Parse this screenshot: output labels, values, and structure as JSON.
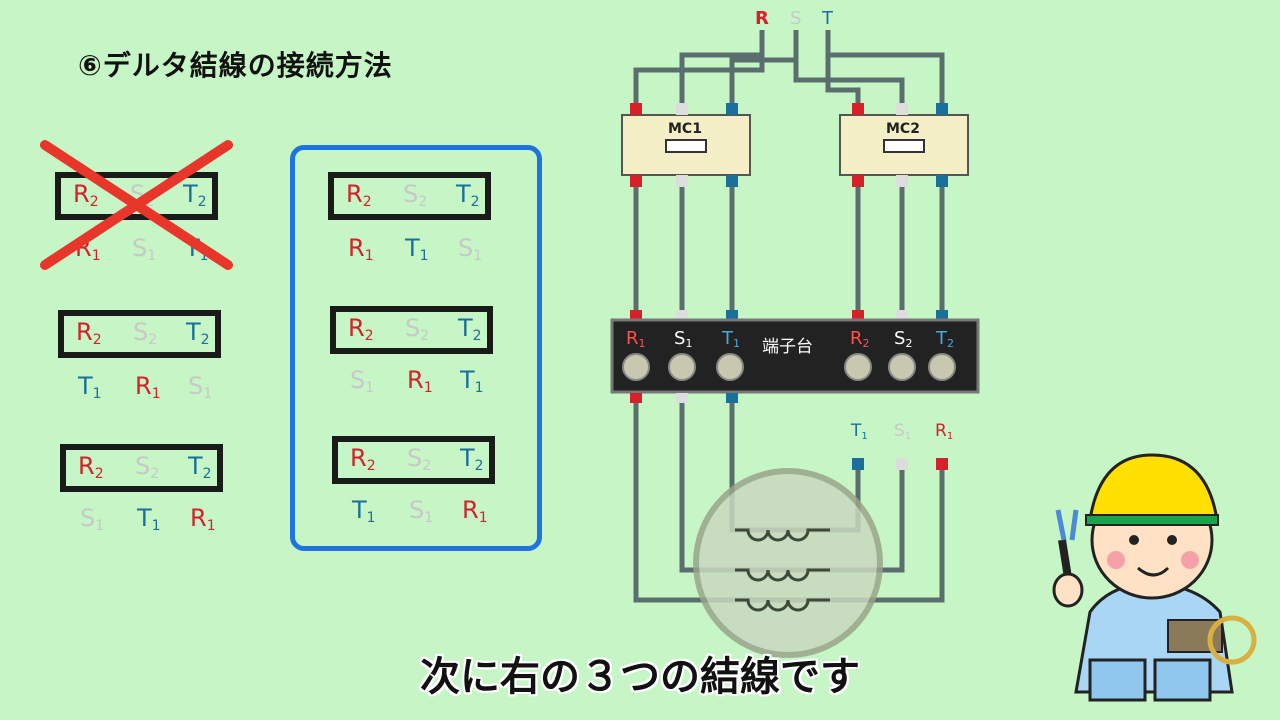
{
  "title": "⑥デルタ結線の接続方法",
  "subtitle": "次に右の３つの結線です",
  "supply": [
    "R",
    "S",
    "T"
  ],
  "contactors": [
    "MC1",
    "MC2"
  ],
  "terminal_block": {
    "label": "端子台",
    "terminals": [
      {
        "l": "R",
        "n": "1"
      },
      {
        "l": "S",
        "n": "1"
      },
      {
        "l": "T",
        "n": "1"
      },
      {
        "l": "R",
        "n": "2"
      },
      {
        "l": "S",
        "n": "2"
      },
      {
        "l": "T",
        "n": "2"
      }
    ]
  },
  "motor_leads": [
    {
      "l": "T",
      "n": "1"
    },
    {
      "l": "S",
      "n": "1"
    },
    {
      "l": "R",
      "n": "1"
    }
  ],
  "patterns": [
    {
      "top": [
        [
          "R",
          "2"
        ],
        [
          "S",
          "2"
        ],
        [
          "T",
          "2"
        ]
      ],
      "bottom": [
        [
          "R",
          "1"
        ],
        [
          "S",
          "1"
        ],
        [
          "T",
          "1"
        ]
      ],
      "crossed": true
    },
    {
      "top": [
        [
          "R",
          "2"
        ],
        [
          "S",
          "2"
        ],
        [
          "T",
          "2"
        ]
      ],
      "bottom": [
        [
          "T",
          "1"
        ],
        [
          "R",
          "1"
        ],
        [
          "S",
          "1"
        ]
      ],
      "crossed": false
    },
    {
      "top": [
        [
          "R",
          "2"
        ],
        [
          "S",
          "2"
        ],
        [
          "T",
          "2"
        ]
      ],
      "bottom": [
        [
          "S",
          "1"
        ],
        [
          "T",
          "1"
        ],
        [
          "R",
          "1"
        ]
      ],
      "crossed": false
    },
    {
      "top": [
        [
          "R",
          "2"
        ],
        [
          "S",
          "2"
        ],
        [
          "T",
          "2"
        ]
      ],
      "bottom": [
        [
          "R",
          "1"
        ],
        [
          "T",
          "1"
        ],
        [
          "S",
          "1"
        ]
      ],
      "crossed": false
    },
    {
      "top": [
        [
          "R",
          "2"
        ],
        [
          "S",
          "2"
        ],
        [
          "T",
          "2"
        ]
      ],
      "bottom": [
        [
          "S",
          "1"
        ],
        [
          "R",
          "1"
        ],
        [
          "T",
          "1"
        ]
      ],
      "crossed": false
    },
    {
      "top": [
        [
          "R",
          "2"
        ],
        [
          "S",
          "2"
        ],
        [
          "T",
          "2"
        ]
      ],
      "bottom": [
        [
          "T",
          "1"
        ],
        [
          "S",
          "1"
        ],
        [
          "R",
          "1"
        ]
      ],
      "crossed": false
    }
  ],
  "colors": {
    "R": "#d6202a",
    "S": "#c8c8c8",
    "T": "#1b6f9b",
    "panel": "#1f73e0",
    "background": "#c6f5c6"
  }
}
